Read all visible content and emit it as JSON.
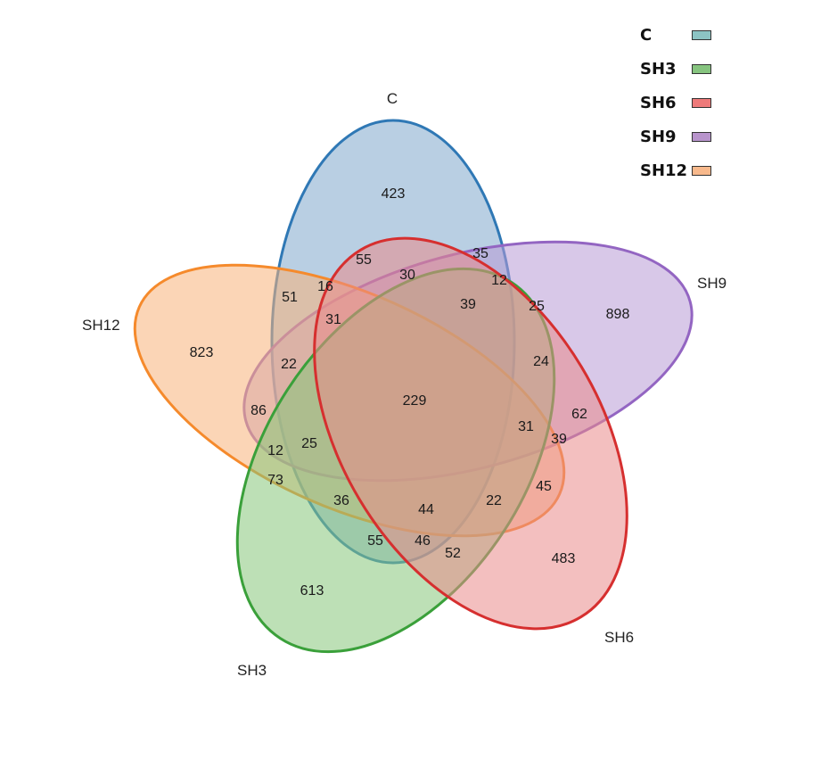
{
  "sets": [
    {
      "id": "c",
      "label": "C",
      "fill": "#7fa7cc",
      "stroke": "#2f78b5",
      "legend_fill": "#8cc4c4"
    },
    {
      "id": "sh3",
      "label": "SH3",
      "fill": "#86c77a",
      "stroke": "#3aa03a",
      "legend_fill": "#86c47f"
    },
    {
      "id": "sh6",
      "label": "SH6",
      "fill": "#e98a8a",
      "stroke": "#d62f2f",
      "legend_fill": "#ee7a7a"
    },
    {
      "id": "sh9",
      "label": "SH9",
      "fill": "#b89ad6",
      "stroke": "#9365c2",
      "legend_fill": "#b894cc"
    },
    {
      "id": "sh12",
      "label": "SH12",
      "fill": "#f7b27a",
      "stroke": "#f58a2c",
      "legend_fill": "#f8b98c"
    }
  ],
  "counts": [
    {
      "value": "423"
    },
    {
      "value": "898"
    },
    {
      "value": "823"
    },
    {
      "value": "613"
    },
    {
      "value": "483"
    },
    {
      "value": "55"
    },
    {
      "value": "35"
    },
    {
      "value": "30"
    },
    {
      "value": "16"
    },
    {
      "value": "51"
    },
    {
      "value": "12"
    },
    {
      "value": "39"
    },
    {
      "value": "31"
    },
    {
      "value": "25"
    },
    {
      "value": "22"
    },
    {
      "value": "24"
    },
    {
      "value": "229"
    },
    {
      "value": "86"
    },
    {
      "value": "62"
    },
    {
      "value": "31"
    },
    {
      "value": "39"
    },
    {
      "value": "12"
    },
    {
      "value": "25"
    },
    {
      "value": "73"
    },
    {
      "value": "45"
    },
    {
      "value": "36"
    },
    {
      "value": "22"
    },
    {
      "value": "44"
    },
    {
      "value": "55"
    },
    {
      "value": "46"
    },
    {
      "value": "52"
    }
  ]
}
